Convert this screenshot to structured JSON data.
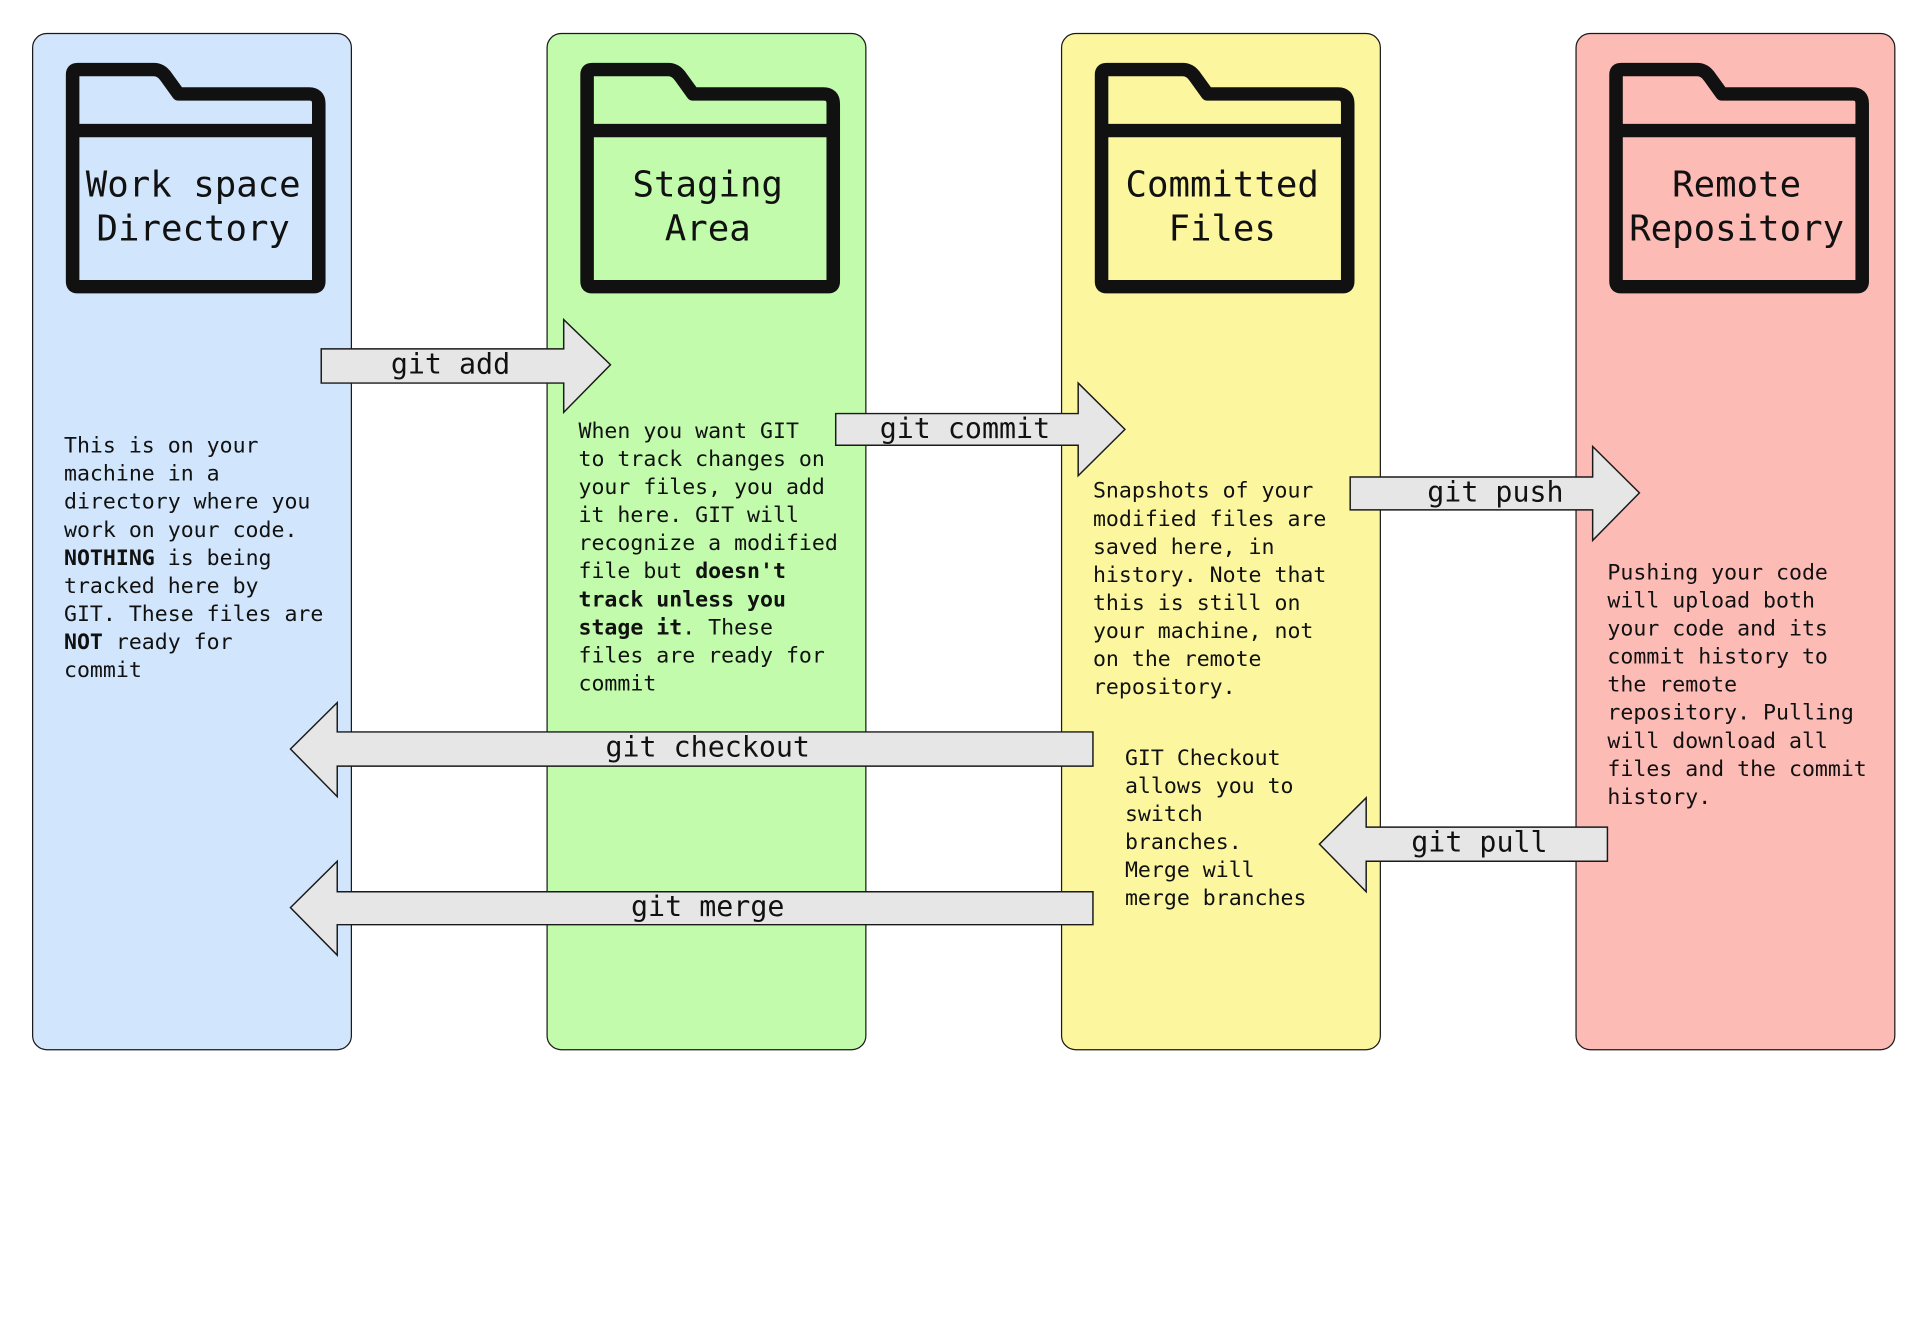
{
  "colors": {
    "workspace": "#d1e5fc",
    "staging": "#c1fbab",
    "committed": "#fcf79f",
    "remote": "#fdbbb6",
    "arrow_fill": "#e6e6e6",
    "stroke": "#1a1a1a"
  },
  "columns": [
    {
      "id": "workspace",
      "title_line1": "Work space",
      "title_line2": "Directory",
      "icon": "folder-icon",
      "desc": [
        {
          "t": "This is on your\nmachine in a\ndirectory where you\nwork on your code.\n",
          "b": false
        },
        {
          "t": "NOTHING",
          "b": true
        },
        {
          "t": " is being\ntracked here by\nGIT. These files are\n",
          "b": false
        },
        {
          "t": "NOT",
          "b": true
        },
        {
          "t": " ready for\ncommit",
          "b": false
        }
      ]
    },
    {
      "id": "staging",
      "title_line1": "Staging",
      "title_line2": "Area",
      "icon": "folder-icon",
      "desc": [
        {
          "t": "When you want GIT\nto track changes on\nyour files, you add\nit here. GIT will\nrecognize a modified\nfile but ",
          "b": false
        },
        {
          "t": "doesn't\ntrack unless you\nstage it",
          "b": true
        },
        {
          "t": ". These\nfiles are ready for\ncommit",
          "b": false
        }
      ]
    },
    {
      "id": "committed",
      "title_line1": "Committed",
      "title_line2": "Files",
      "icon": "folder-icon",
      "desc": [
        {
          "t": "Snapshots of your\nmodified files are\nsaved here, in\nhistory. Note that\nthis is still on\nyour machine, not\non the remote\nrepository.",
          "b": false
        }
      ]
    },
    {
      "id": "remote",
      "title_line1": "Remote",
      "title_line2": "Repository",
      "icon": "folder-icon",
      "desc": [
        {
          "t": "Pushing your code\nwill upload both\nyour code and its\ncommit history to\nthe remote\nrepository. Pulling\nwill download all\nfiles and the commit\nhistory.",
          "b": false
        }
      ]
    }
  ],
  "checkout_note": "GIT Checkout\nallows you to\nswitch\nbranches.\nMerge will\nmerge branches",
  "arrows": {
    "add": "git add",
    "commit": "git commit",
    "push": "git push",
    "checkout": "git checkout",
    "pull": "git pull",
    "merge": "git merge"
  }
}
